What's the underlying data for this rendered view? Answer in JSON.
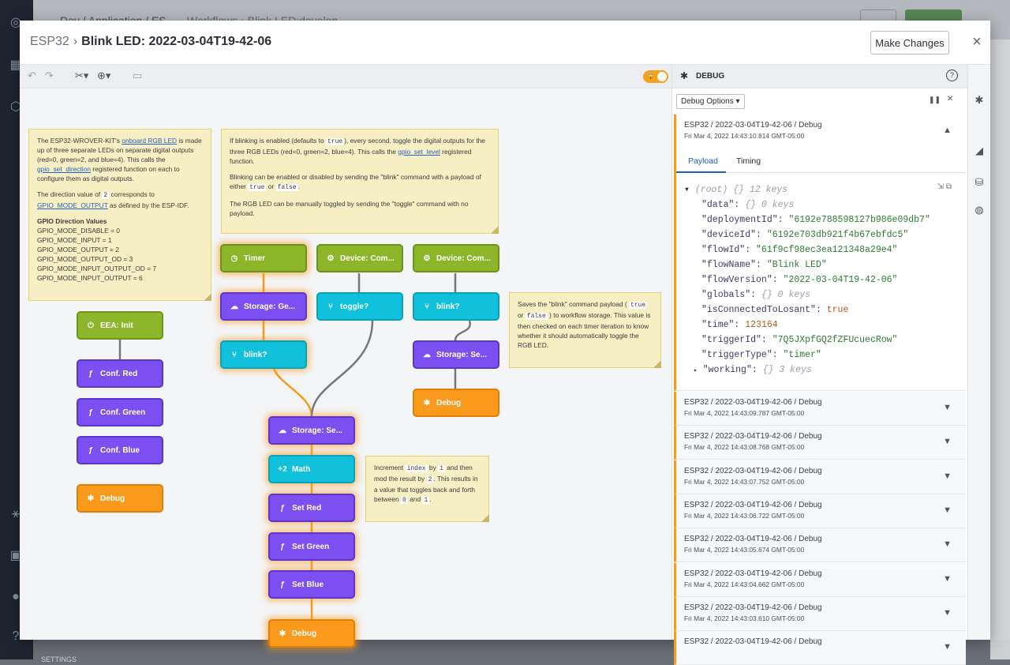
{
  "backdrop": {
    "breadcrumb": "Dev / Application / ES...",
    "workflow": "Workflows  ›  Blink LED:develop",
    "bottom_label": "SETTINGS"
  },
  "modal": {
    "app_name": "ESP32",
    "separator": "›",
    "version_title": "Blink LED: 2022-03-04T19-42-06",
    "make_changes_label": "Make Changes",
    "close_icon": "×"
  },
  "notes": {
    "note1": {
      "p1_a": "The ESP32-WROVER-KIT's ",
      "p1_link": "onboard RGB LED",
      "p1_b": " is made up of three separate LEDs on separate digital outputs (red=0, green=2, and blue=4). This calls the ",
      "p1_link2": "gpio_set_direction",
      "p1_c": " registered function on each to configure them as digital outputs.",
      "p2_a": "The direction value of ",
      "p2_code": "2",
      "p2_b": " corresponds to ",
      "p2_link": "GPIO_MODE_OUTPUT",
      "p2_c": " as defined by the ESP-IDF.",
      "heading": "GPIO Direction Values",
      "values": [
        "GPIO_MODE_DISABLE = 0",
        "GPIO_MODE_INPUT = 1",
        "GPIO_MODE_OUTPUT = 2",
        "GPIO_MODE_OUTPUT_OD = 3",
        "GPIO_MODE_INPUT_OUTPUT_OD = 7",
        "GPIO_MODE_INPUT_OUTPUT = 6"
      ]
    },
    "note2": {
      "p1_a": "If blinking is enabled (defaults to ",
      "p1_code": "true",
      "p1_b": "), every second, toggle the digital outputs for the three RGB LEDs (red=0, green=2, blue=4). This calls the ",
      "p1_link": "gpio_set_level",
      "p1_c": " registered function.",
      "p2_a": "Blinking can be enabled or disabled by sending the \"blink\" command with a payload of either ",
      "p2_code1": "true",
      "p2_or": " or ",
      "p2_code2": "false",
      "p2_c": ".",
      "p3": "The RGB LED can be manually toggled by sending the \"toggle\" command with no payload."
    },
    "note3": {
      "a": "Saves the \"blink\" command payload ( ",
      "code1": "true",
      "b": " or ",
      "code2": "false",
      "c": " ) to workflow storage. This value is then checked on each timer iteration to know whether it should automatically toggle the RGB LED."
    },
    "note4": {
      "a": "Increment ",
      "code1": "index",
      "b": " by ",
      "code2": "1",
      "c": " and then mod the result by ",
      "code3": "2",
      "d": ". This results in a value that toggles back and forth between ",
      "code4": "0",
      "e": " and ",
      "code5": "1",
      "f": "."
    }
  },
  "nodes": {
    "eea_init": "EEA: Init",
    "conf_red": "Conf. Red",
    "conf_green": "Conf. Green",
    "conf_blue": "Conf. Blue",
    "debug1": "Debug",
    "timer": "Timer",
    "storage_get": "Storage: Ge...",
    "blink_q1": "blink?",
    "device_cmd1": "Device: Com...",
    "toggle_q": "toggle?",
    "device_cmd2": "Device: Com...",
    "blink_q2": "blink?",
    "storage_set2": "Storage: Se...",
    "debug2": "Debug",
    "storage_set1": "Storage: Se...",
    "math": "Math",
    "set_red": "Set Red",
    "set_green": "Set Green",
    "set_blue": "Set Blue",
    "debug3": "Debug"
  },
  "debug": {
    "title": "DEBUG",
    "options_label": "Debug Options ▾",
    "open_message": {
      "path": "ESP32 / 2022-03-04T19-42-06 / Debug",
      "time": "Fri Mar 4, 2022 14:43:10.814 GMT-05:00",
      "tabs": [
        "Payload",
        "Timing"
      ]
    },
    "json": {
      "root": "(root)",
      "root_meta": "{} 12 keys",
      "rows": [
        {
          "key": "\"data\"",
          "val": "{} 0 keys",
          "type": "g"
        },
        {
          "key": "\"deploymentId\"",
          "val": "\"6192e788598127b986e09db7\"",
          "type": "s"
        },
        {
          "key": "\"deviceId\"",
          "val": "\"6192e703db921f4b67ebfdc5\"",
          "type": "s"
        },
        {
          "key": "\"flowId\"",
          "val": "\"61f9cf98ec3ea121348a29e4\"",
          "type": "s"
        },
        {
          "key": "\"flowName\"",
          "val": "\"Blink LED\"",
          "type": "s"
        },
        {
          "key": "\"flowVersion\"",
          "val": "\"2022-03-04T19-42-06\"",
          "type": "s"
        },
        {
          "key": "\"globals\"",
          "val": "{} 0 keys",
          "type": "g"
        },
        {
          "key": "\"isConnectedToLosant\"",
          "val": "true",
          "type": "n"
        },
        {
          "key": "\"time\"",
          "val": "123164",
          "type": "n"
        },
        {
          "key": "\"triggerId\"",
          "val": "\"7Q5JXpfGQ2fZFUcuecRow\"",
          "type": "s"
        },
        {
          "key": "\"triggerType\"",
          "val": "\"timer\"",
          "type": "s"
        }
      ],
      "last_key": "\"working\"",
      "last_val": "{} 3 keys"
    },
    "messages": [
      {
        "path": "ESP32 / 2022-03-04T19-42-06 / Debug",
        "time": "Fri Mar 4, 2022 14:43:09.787 GMT-05:00"
      },
      {
        "path": "ESP32 / 2022-03-04T19-42-06 / Debug",
        "time": "Fri Mar 4, 2022 14:43:08.768 GMT-05:00"
      },
      {
        "path": "ESP32 / 2022-03-04T19-42-06 / Debug",
        "time": "Fri Mar 4, 2022 14:43:07.752 GMT-05:00"
      },
      {
        "path": "ESP32 / 2022-03-04T19-42-06 / Debug",
        "time": "Fri Mar 4, 2022 14:43:06.722 GMT-05:00"
      },
      {
        "path": "ESP32 / 2022-03-04T19-42-06 / Debug",
        "time": "Fri Mar 4, 2022 14:43:05.674 GMT-05:00"
      },
      {
        "path": "ESP32 / 2022-03-04T19-42-06 / Debug",
        "time": "Fri Mar 4, 2022 14:43:04.662 GMT-05:00"
      },
      {
        "path": "ESP32 / 2022-03-04T19-42-06 / Debug",
        "time": "Fri Mar 4, 2022 14:43:03.610 GMT-05:00"
      },
      {
        "path": "ESP32 / 2022-03-04T19-42-06 / Debug",
        "time": ""
      }
    ]
  }
}
